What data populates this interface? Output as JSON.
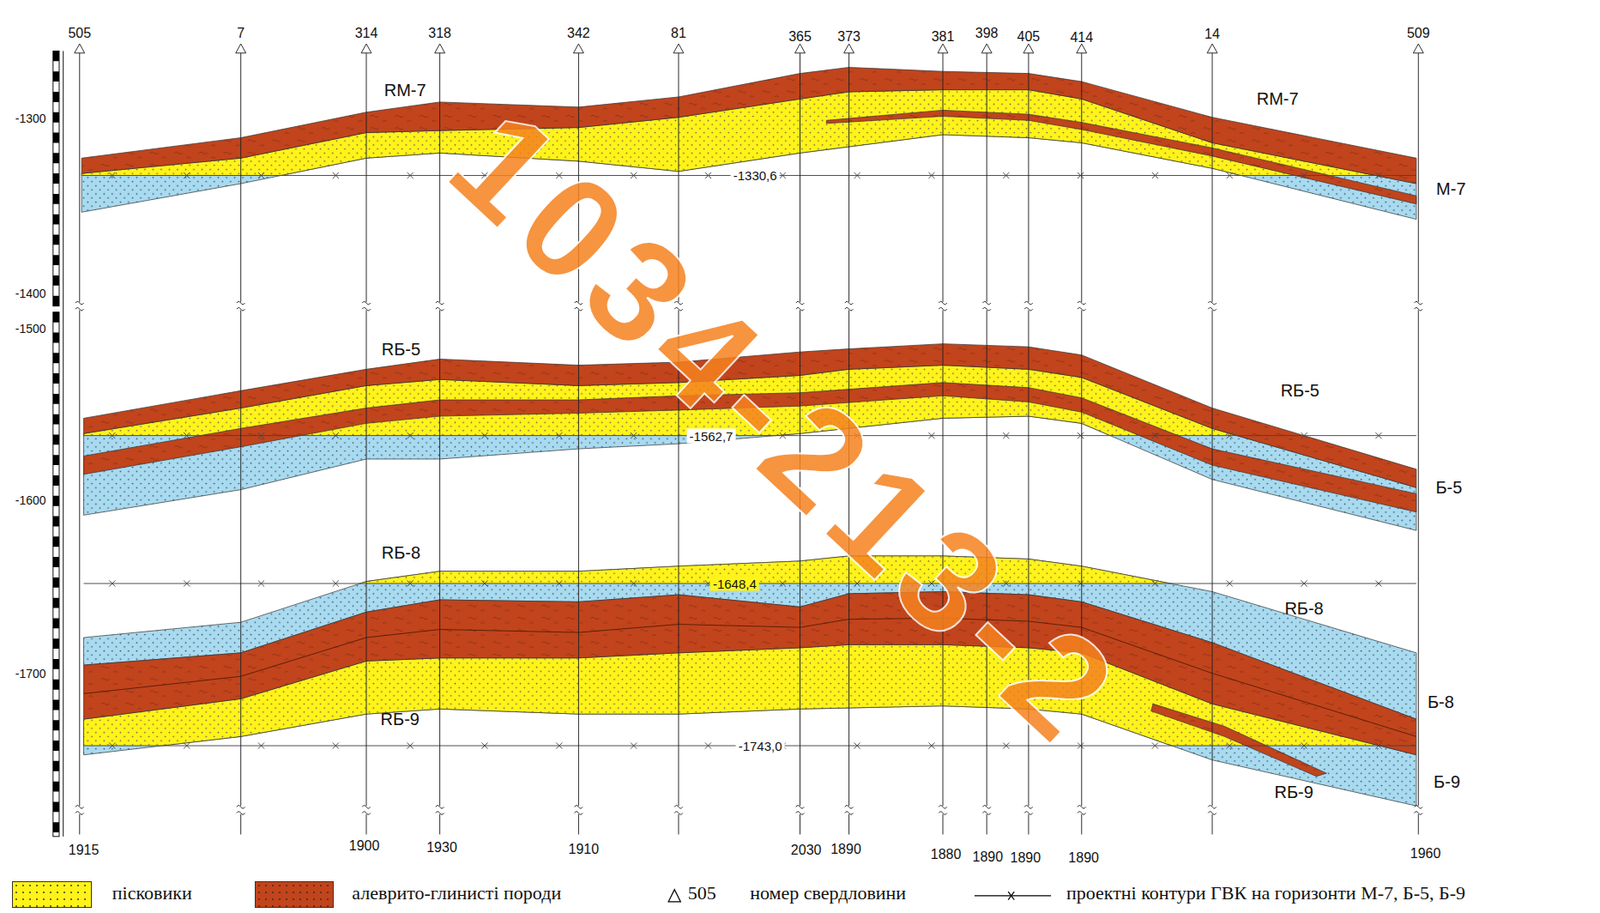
{
  "diagram": {
    "labels": [
      "505",
      "7",
      "314",
      "318",
      "342",
      "81",
      "365",
      "373",
      "381",
      "398",
      "405",
      "414",
      "14",
      "509",
      "1915",
      "1900",
      "1930",
      "1910",
      "2030",
      "1890",
      "1880",
      "1890",
      "1890",
      "1890",
      "1960",
      "-1300",
      "-1400",
      "-1500",
      "-1600",
      "-1700",
      "RM-7",
      "RM-7",
      "M-7",
      "RБ-5",
      "RБ-5",
      "Б-5",
      "RБ-8",
      "RБ-8",
      "Б-8",
      "RБ-9",
      "Б-9",
      "RБ-9",
      "-1330,6",
      "-1562,7",
      "-1648,4",
      "-1743,0",
      "505",
      "1034-213-2"
    ],
    "legend": [
      {
        "text": "пісковики",
        "color": "#fff31a"
      },
      {
        "text": "алеврито-глинисті породи",
        "color": "#c1441c"
      },
      {
        "text": "номер свердловини"
      },
      {
        "text": "проектні контури ГВК на горизонти М-7, Б-5, Б-9"
      }
    ]
  }
}
